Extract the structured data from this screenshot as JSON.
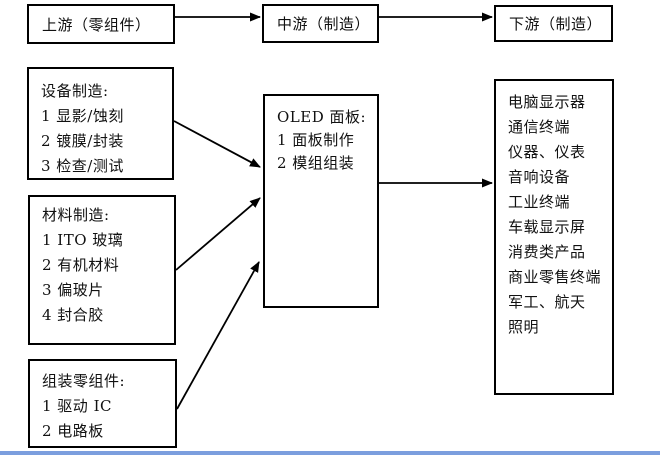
{
  "diagram": {
    "flow": {
      "upstream": "上游（零组件）",
      "midstream": "中游（制造）",
      "downstream": "下游（制造）"
    },
    "equipment": {
      "title": "设备制造:",
      "items": [
        "1 显影/蚀刻",
        "2 镀膜/封装",
        "3 检查/测试"
      ]
    },
    "materials": {
      "title": "材料制造:",
      "items": [
        "1 ITO 玻璃",
        "2 有机材料",
        "3 偏玻片",
        "4 封合胶"
      ]
    },
    "components": {
      "title": "组装零组件:",
      "items": [
        "1 驱动 IC",
        "2 电路板"
      ]
    },
    "oled_panel": {
      "title": "OLED 面板:",
      "items": [
        "1 面板制作",
        "2 模组组装"
      ]
    },
    "applications": {
      "items": [
        "电脑显示器",
        "通信终端",
        "仪器、仪表",
        "音响设备",
        "工业终端",
        "车载显示屏",
        "消费类产品",
        "商业零售终端",
        "军工、航天",
        "照明"
      ]
    },
    "colors": {
      "arrow": "#000000",
      "bottom_bar": "#7b9ede"
    }
  }
}
